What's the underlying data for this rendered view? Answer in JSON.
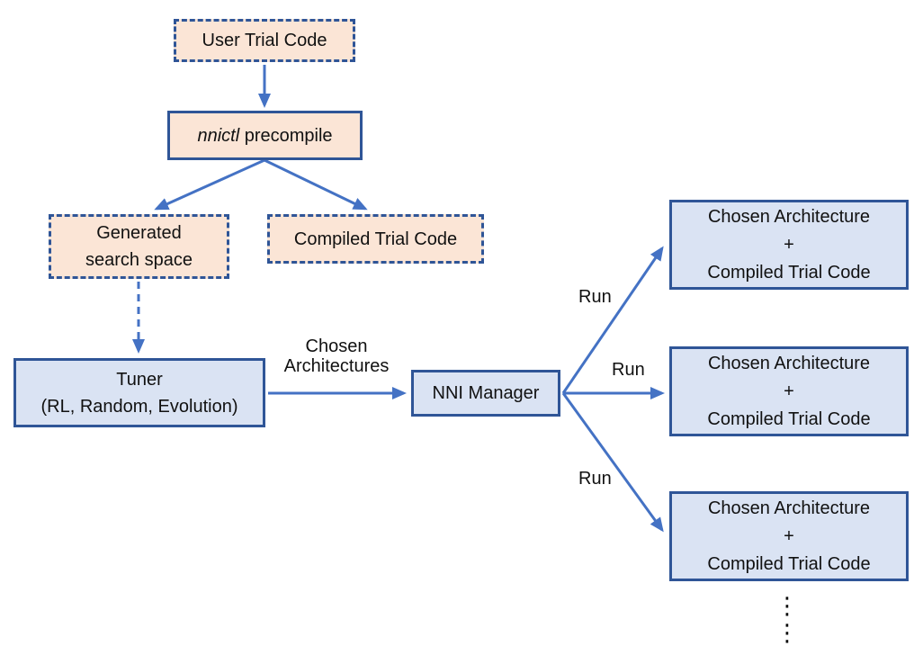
{
  "colors": {
    "peach_fill": "#fbe5d6",
    "blue_fill": "#dae3f3",
    "box_border": "#2f5597",
    "arrow": "#4472c4",
    "text": "#111111"
  },
  "nodes": {
    "user_trial_code": {
      "label": "User Trial Code"
    },
    "nnictl_precompile": {
      "command": "nnictl",
      "rest": " precompile"
    },
    "generated_search_space": {
      "line1": "Generated",
      "line2": "search space"
    },
    "compiled_trial_code": {
      "label": "Compiled Trial Code"
    },
    "tuner": {
      "line1": "Tuner",
      "line2": "(RL, Random, Evolution)"
    },
    "nni_manager": {
      "label": "NNI Manager"
    },
    "trial_results": [
      {
        "line1": "Chosen Architecture",
        "line2": "+",
        "line3": "Compiled Trial Code"
      },
      {
        "line1": "Chosen Architecture",
        "line2": "+",
        "line3": "Compiled Trial Code"
      },
      {
        "line1": "Chosen Architecture",
        "line2": "+",
        "line3": "Compiled Trial Code"
      }
    ]
  },
  "edge_labels": {
    "chosen_architectures": {
      "line1": "Chosen",
      "line2": "Architectures"
    },
    "run_labels": [
      "Run",
      "Run",
      "Run"
    ]
  },
  "ellipsis": {
    "glyph1": "⋮",
    "glyph2": "⋮"
  }
}
